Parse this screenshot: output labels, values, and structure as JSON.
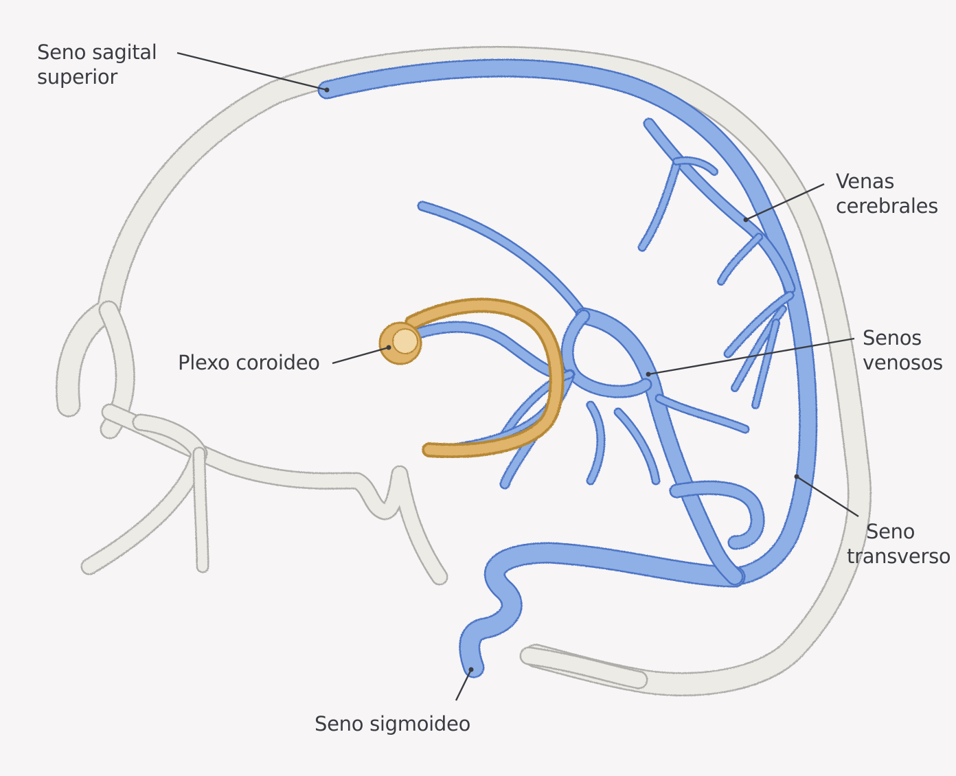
{
  "colors": {
    "background": "#f7f5f6",
    "skull_fill": "#ecebe6",
    "skull_outline": "#aeadaa",
    "vein_fill": "#8fb0e6",
    "vein_outline": "#4b73c4",
    "plexus_fill": "#e0b46a",
    "plexus_outline": "#b68836",
    "leader_line": "#3a3c42",
    "text": "#3a3c42"
  },
  "labels": {
    "sagital_superior": {
      "line1": "Seno sagital",
      "line2": "superior"
    },
    "venas_cerebrales": {
      "line1": "Venas",
      "line2": "cerebrales"
    },
    "senos_venosos": {
      "line1": "Senos",
      "line2": "venosos"
    },
    "plexo_coroideo": {
      "line1": "Plexo coroideo"
    },
    "seno_transverso": {
      "line1": "Seno",
      "line2": "transverso"
    },
    "seno_sigmoideo": {
      "line1": "Seno sigmoideo"
    }
  }
}
